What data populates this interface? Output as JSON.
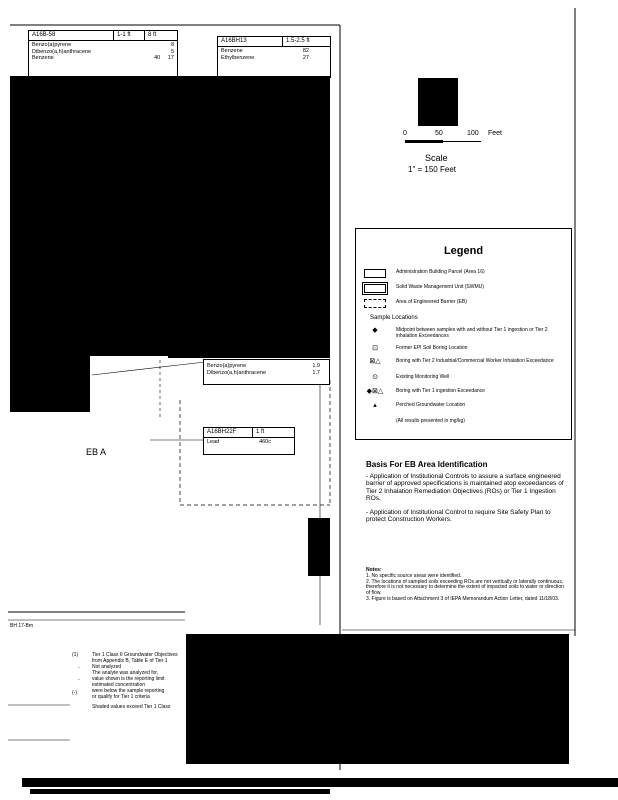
{
  "tables": {
    "t1": {
      "id": "A16B-58",
      "depth1": "1-1 ft",
      "depth2": "8 ft",
      "rows": [
        {
          "name": "Benzo(a)pyrene",
          "v1": "",
          "v2": "8"
        },
        {
          "name": "Dibenzo(a,h)anthracene",
          "v1": "",
          "v2": "5"
        },
        {
          "name": "Benzene",
          "v1": "40",
          "v2": "17"
        }
      ]
    },
    "t2": {
      "id": "A16BH13",
      "depth": "1.5-2.5 ft",
      "rows": [
        {
          "name": "Benzene",
          "v": "82"
        },
        {
          "name": "Ethylbenzene",
          "v": "27"
        }
      ]
    },
    "t3": {
      "rows": [
        {
          "name": "Benzo(a)pyrene",
          "v": "1.9"
        },
        {
          "name": "Dibenzo(a,h)anthracene",
          "v": "1.7"
        }
      ]
    },
    "t4": {
      "id": "A16BH22F",
      "depth": "1 ft",
      "rows": [
        {
          "name": "Lead",
          "v": "460c"
        }
      ]
    }
  },
  "map_labels": {
    "eb": "EB A",
    "bh": "BH 17-Bm"
  },
  "scale": {
    "ticks": [
      "0",
      "50",
      "100",
      "Feet"
    ],
    "title": "Scale",
    "ratio": "1\" = 150 Feet"
  },
  "legend": {
    "title": "Legend",
    "items": [
      {
        "icon": "solid-box-icon",
        "label": "Administration Building Parcel (Area 16)"
      },
      {
        "icon": "double-box-icon",
        "label": "Solid Waste Management Unit (SWMU)"
      },
      {
        "icon": "dashed-box-icon",
        "label": "Area of Engineered Barrier (EB)"
      }
    ],
    "section": "Sample Locations",
    "samples": [
      {
        "icon": "diamond-icon",
        "glyph": "◆",
        "label": "Midpoint between samples with and without Tier 1 ingestion or Tier 2 inhalation Exceedances"
      },
      {
        "icon": "square-dot-icon",
        "glyph": "⊡",
        "label": "Former EPI Soil Boring Location"
      },
      {
        "icon": "triangle-square-icon",
        "glyph": "⊠△",
        "label": "Boring with Tier 2 Industrial/Commercial Worker Inhalation Exceedance"
      },
      {
        "icon": "circle-dot-icon",
        "glyph": "⊙",
        "label": "Existing Monitoring Well"
      },
      {
        "icon": "multi-symbol-icon",
        "glyph": "◆⊠△",
        "label": "Boring with Tier 1 ingestion Exceedance"
      },
      {
        "icon": "small-triangle-icon",
        "glyph": "▴",
        "label": "Perched Groundwater Location"
      }
    ],
    "footnote": "(All results presented in mg/kg)"
  },
  "basis": {
    "title": "Basis For EB Area Identification",
    "bullets": [
      "- Application of Institutional Controls to assure a surface engineered barrier of approved specifications is maintained atop exceedances of Tier 2 Inhalation Remediation Objectives (ROs) or Tier 1 Ingestion ROs.",
      "- Application of Institutional Control to require Site Safety Plan to protect Construction Workers."
    ]
  },
  "notes": {
    "title": "Notes:",
    "items": [
      "1. No specific source areas were identified.",
      "2. The locations of sampled soils exceeding ROs are not vertically or laterally continuous, therefore it is not necessary to determine the extent of impacted soils to water or direction of flow.",
      "3. Figure is based on Attachment 3 of IEPA Memorandum Action Letter, dated 11/18/03."
    ]
  },
  "footnotes": {
    "marks": [
      "(1)",
      "-",
      "-",
      "(-)"
    ],
    "lines": [
      "Tier 1 Class II Groundwater Objectives",
      "from Appendix B, Table E of Tier 1",
      "Not analyzed",
      "The analyte was analyzed for,",
      "value shown is the reporting limit",
      "estimated concentration",
      "were below the sample reporting",
      "or qualify for Tier 1 criteria",
      "Shaded values exceed Tier 1 Class"
    ]
  }
}
